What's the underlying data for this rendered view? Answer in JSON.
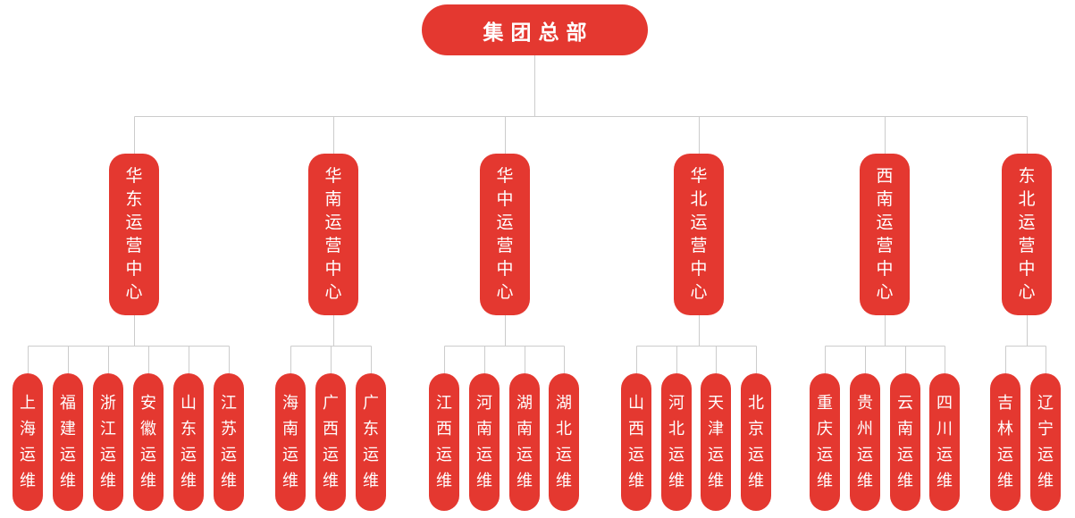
{
  "chart": {
    "type": "org-tree",
    "root": {
      "label": "集团总部"
    },
    "branches": [
      {
        "label": "华东运营中心",
        "children": [
          "上海运维",
          "福建运维",
          "浙江运维",
          "安徽运维",
          "山东运维",
          "江苏运维"
        ]
      },
      {
        "label": "华南运营中心",
        "children": [
          "海南运维",
          "广西运维",
          "广东运维"
        ]
      },
      {
        "label": "华中运营中心",
        "children": [
          "江西运维",
          "河南运维",
          "湖南运维",
          "湖北运维"
        ]
      },
      {
        "label": "华北运营中心",
        "children": [
          "山西运维",
          "河北运维",
          "天津运维",
          "北京运维"
        ]
      },
      {
        "label": "西南运营中心",
        "children": [
          "重庆运维",
          "贵州运维",
          "云南运维",
          "四川运维"
        ]
      },
      {
        "label": "东北运营中心",
        "children": [
          "吉林运维",
          "辽宁运维"
        ]
      }
    ],
    "colors": {
      "node": "#e43830",
      "text": "#ffffff",
      "line": "#cccccc"
    }
  }
}
